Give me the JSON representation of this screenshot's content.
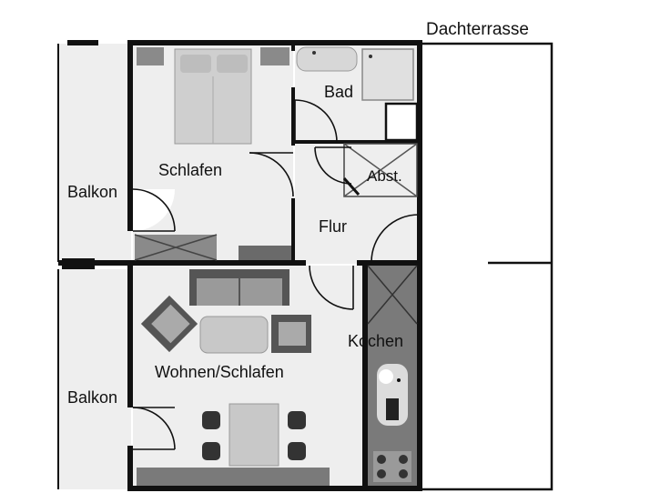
{
  "rooms": {
    "dachterrasse": "Dachterrasse",
    "bad": "Bad",
    "schlafen": "Schlafen",
    "abstellraum": "Abst.",
    "balkon_oben": "Balkon",
    "flur": "Flur",
    "kochen": "Kochen",
    "wohnen_schlafen": "Wohnen/Schlafen",
    "balkon_unten": "Balkon"
  },
  "colors": {
    "wall": "#111111",
    "floor": "#eeeeee",
    "furniture": "#c8c8c8",
    "dark_fixture": "#6a6a6a",
    "kitchen_counter": "#7a7a7a"
  },
  "icons": [
    "double-bed",
    "bathtub",
    "shower",
    "sink",
    "sofa",
    "armchair",
    "coffee-table",
    "dining-table",
    "chair",
    "stove",
    "wardrobe",
    "door-swing"
  ]
}
